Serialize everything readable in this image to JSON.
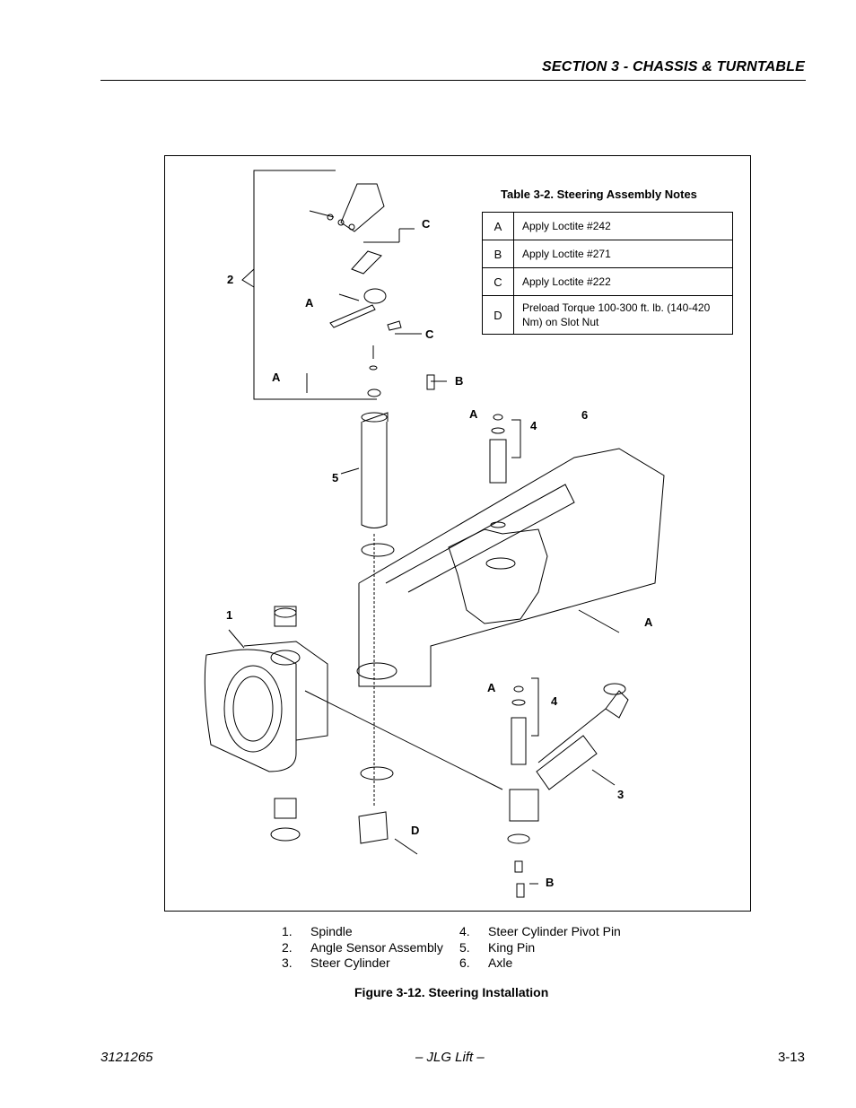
{
  "header": {
    "section_title": "SECTION 3 - CHASSIS & TURNTABLE"
  },
  "notes_table": {
    "title": "Table 3-2. Steering Assembly Notes",
    "rows": [
      {
        "key": "A",
        "note": "Apply Loctite #242"
      },
      {
        "key": "B",
        "note": "Apply Loctite #271"
      },
      {
        "key": "C",
        "note": "Apply Loctite #222"
      },
      {
        "key": "D",
        "note": "Preload Torque 100-300 ft. lb. (140-420 Nm) on Slot Nut"
      }
    ]
  },
  "callouts": {
    "c1": "1",
    "c2": "2",
    "c3": "3",
    "c4a": "4",
    "c4b": "4",
    "c5": "5",
    "c6": "6",
    "a1": "A",
    "a2": "A",
    "a3": "A",
    "a4": "A",
    "a5": "A",
    "b1": "B",
    "b2": "B",
    "cc1": "C",
    "cc2": "C",
    "d1": "D"
  },
  "legend": [
    {
      "num": "1.",
      "label": "Spindle"
    },
    {
      "num": "2.",
      "label": "Angle Sensor Assembly"
    },
    {
      "num": "3.",
      "label": "Steer Cylinder"
    },
    {
      "num": "4.",
      "label": "Steer Cylinder Pivot Pin"
    },
    {
      "num": "5.",
      "label": "King Pin"
    },
    {
      "num": "6.",
      "label": "Axle"
    }
  ],
  "caption": "Figure 3-12.  Steering Installation",
  "footer": {
    "doc_number": "3121265",
    "publisher": "– JLG Lift –",
    "page": "3-13"
  }
}
